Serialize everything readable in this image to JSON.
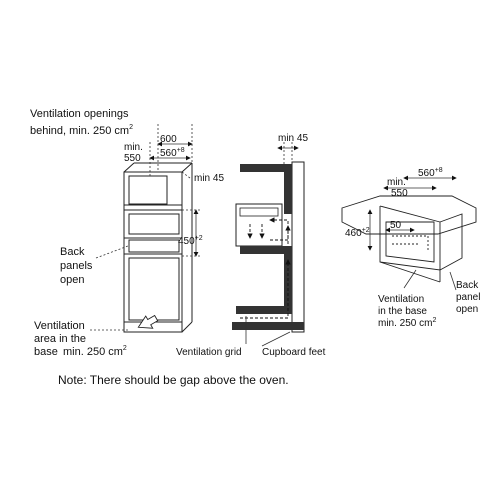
{
  "left_drawing": {
    "vent_line1": "Ventilation openings",
    "vent_line2": "behind, min. 250 cm",
    "vent_sup": "2",
    "dim_600": "600",
    "dim_min_a": "min.",
    "dim_550": "550",
    "dim_560": "560",
    "dim_560_sup": "+8",
    "dim_min45_label": "min 45",
    "dim_450": "450",
    "dim_450_sup": "+2",
    "back_panels_1": "Back",
    "back_panels_2": "panels",
    "back_panels_3": "open",
    "base_vent_1": "Ventilation",
    "base_vent_2": "area in the",
    "base_vent_3": "base",
    "base_vent_4": "min. 250 cm",
    "base_vent_sup": "2"
  },
  "middle_drawing": {
    "min45_top": "min 45",
    "ventilation_grid": "Ventilation grid",
    "cupboard_feet": "Cupboard feet"
  },
  "right_drawing": {
    "dim_min": "min.",
    "dim_550": "550",
    "dim_560": "560",
    "dim_560_sup": "+8",
    "dim_460": "460",
    "dim_460_sup": "+2",
    "dim_50": "50",
    "vent_base_1": "Ventilation",
    "vent_base_2": "in the base",
    "vent_base_3": "min. 250 cm",
    "vent_base_sup": "2",
    "back_panel_1": "Back",
    "back_panel_2": "panel",
    "back_panel_3": "open"
  },
  "note": "Note: There should be gap above the oven."
}
